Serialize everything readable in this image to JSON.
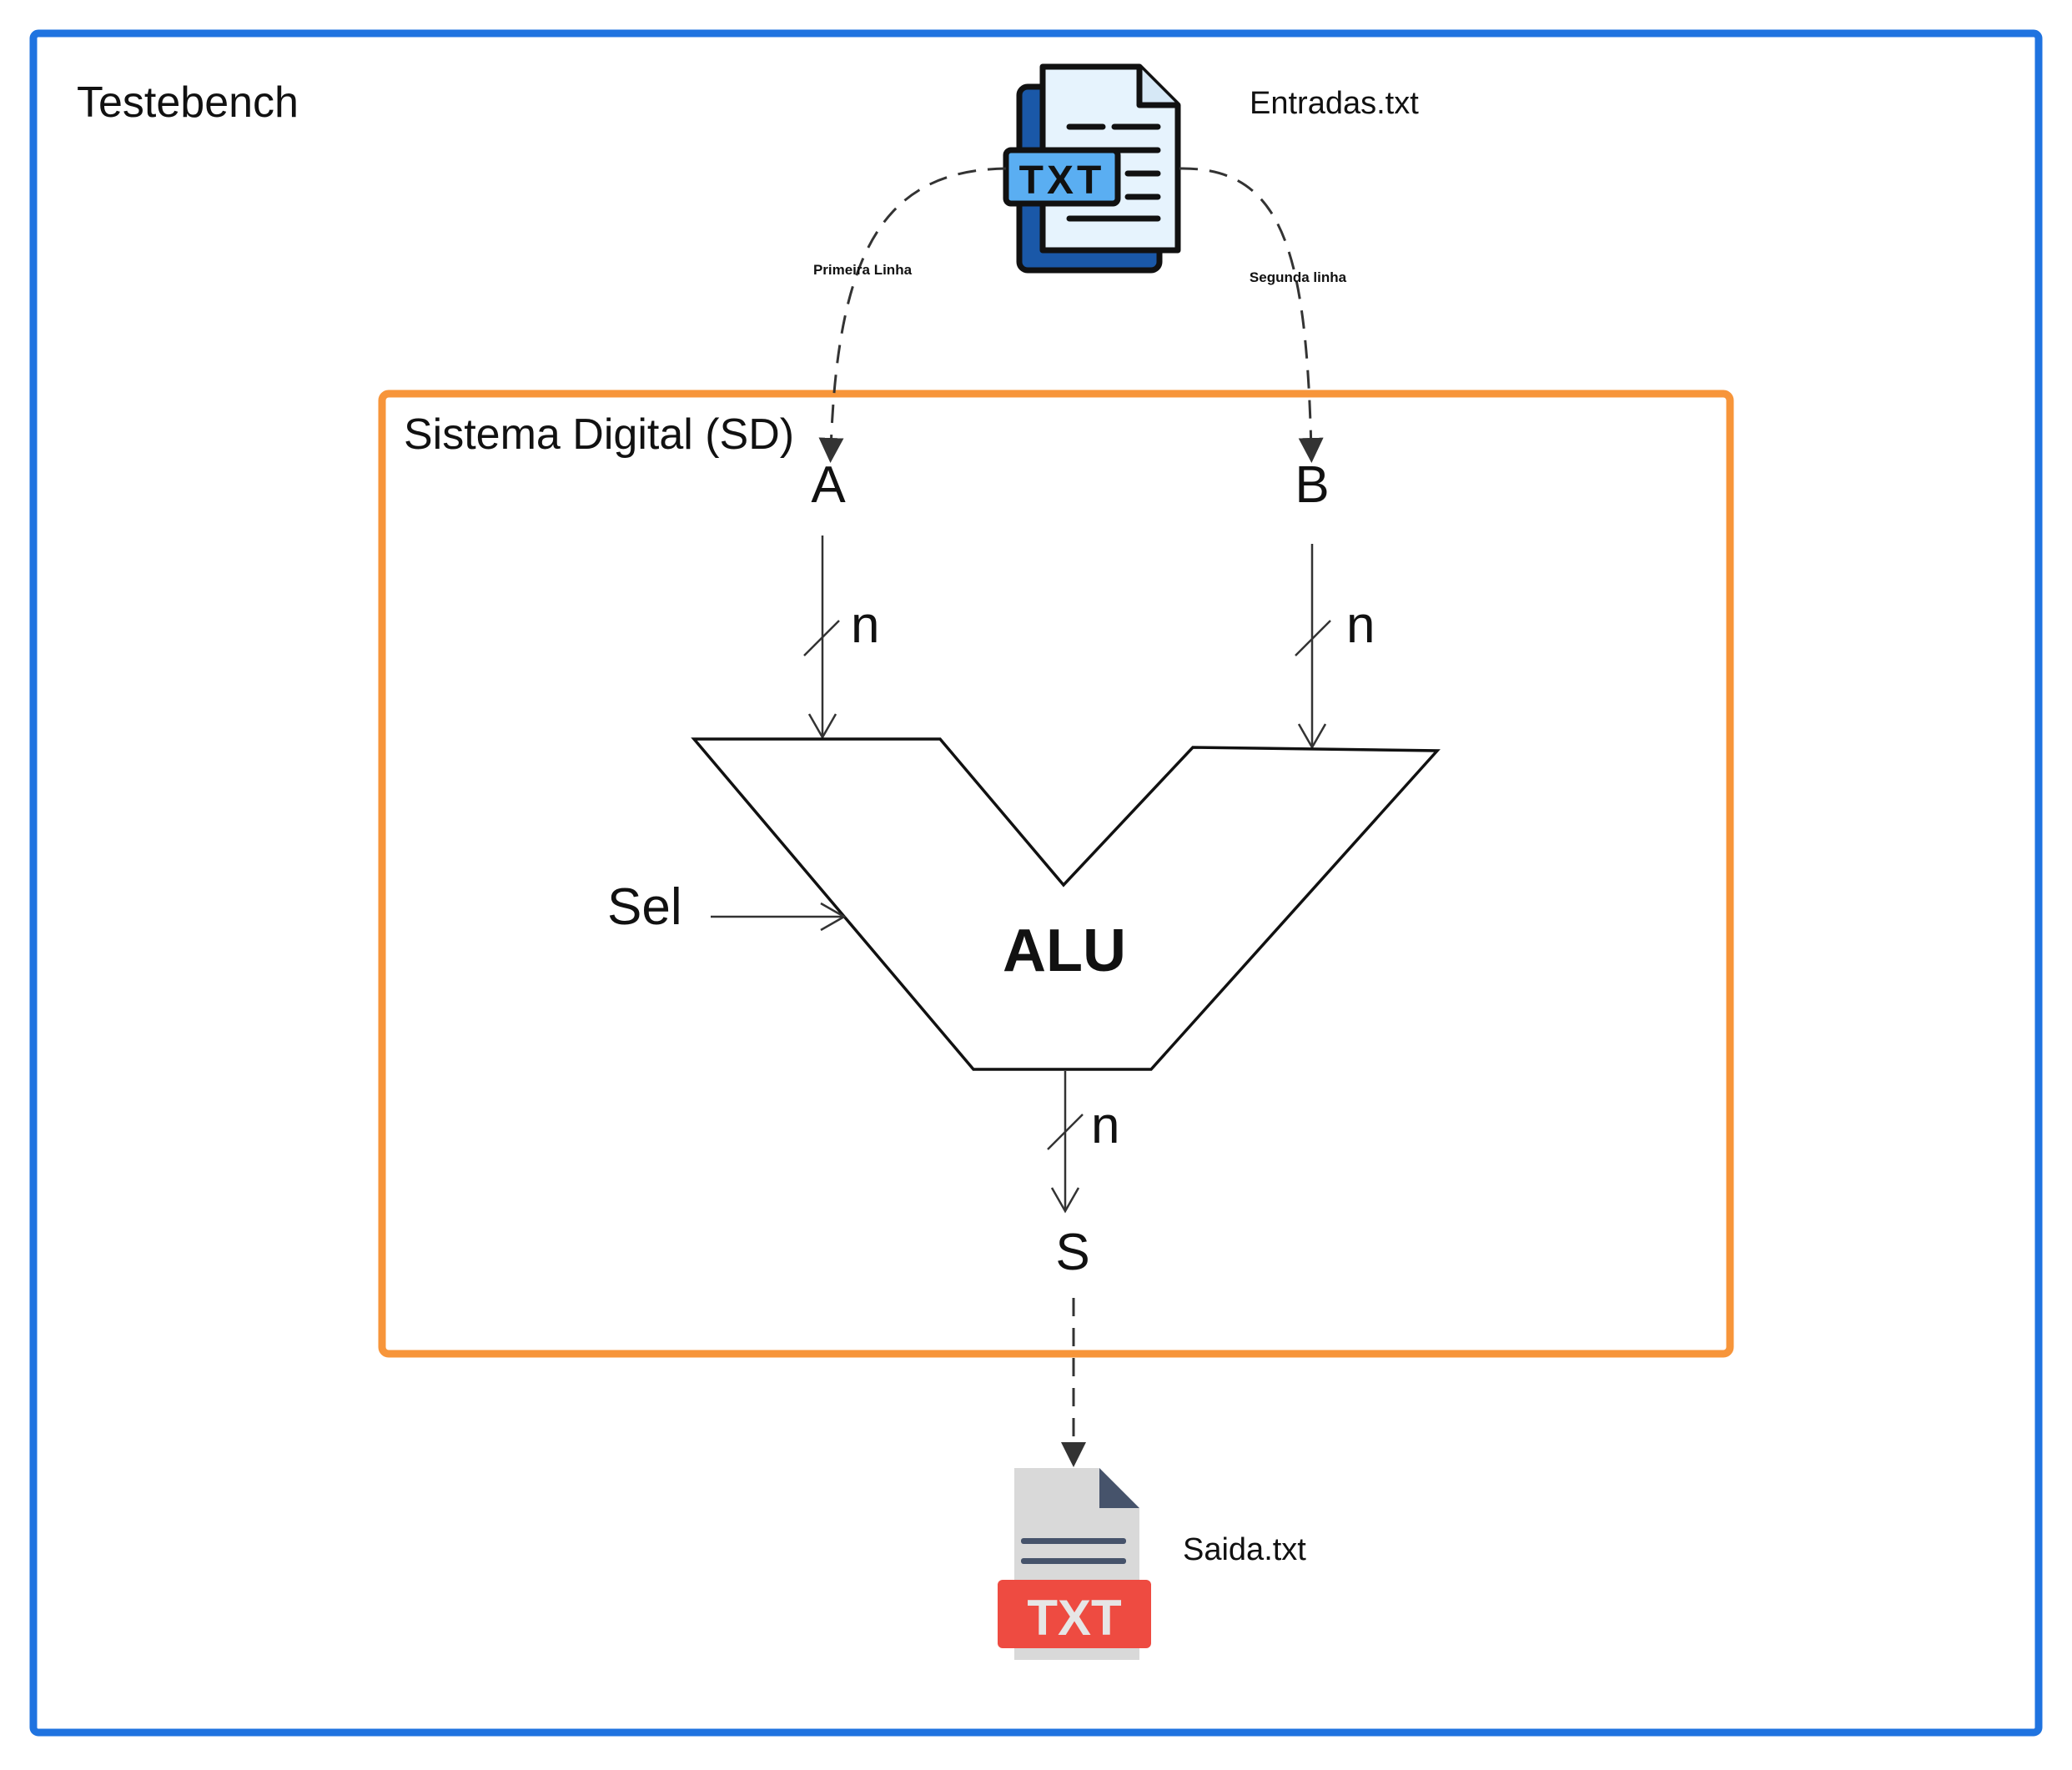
{
  "outer": {
    "label": "Testebench",
    "color": "#1f73e0"
  },
  "inner": {
    "label": "Sistema Digital (SD)",
    "color": "#f7953a"
  },
  "alu": {
    "label": "ALU"
  },
  "ports": {
    "a": "A",
    "b": "B",
    "sel": "Sel",
    "s": "S",
    "width_a": "n",
    "width_b": "n",
    "width_s": "n"
  },
  "input_file": {
    "name": "Entradas.txt",
    "badge": "TXT",
    "icon": "txt-file-icon",
    "colors": {
      "back": "#1a58a8",
      "page": "#e6f3fd",
      "badge": "#5aaef2",
      "stroke": "#111111"
    }
  },
  "output_file": {
    "name": "Saida.txt",
    "badge": "TXT",
    "icon": "txt-file-icon",
    "colors": {
      "page": "#d9d9d9",
      "fold": "#46536b",
      "badge": "#ee4b41",
      "lines": "#46536b"
    }
  },
  "flows": {
    "first_line": "Primeira Linha",
    "second_line": "Segunda linha"
  },
  "line_color": "#333333"
}
